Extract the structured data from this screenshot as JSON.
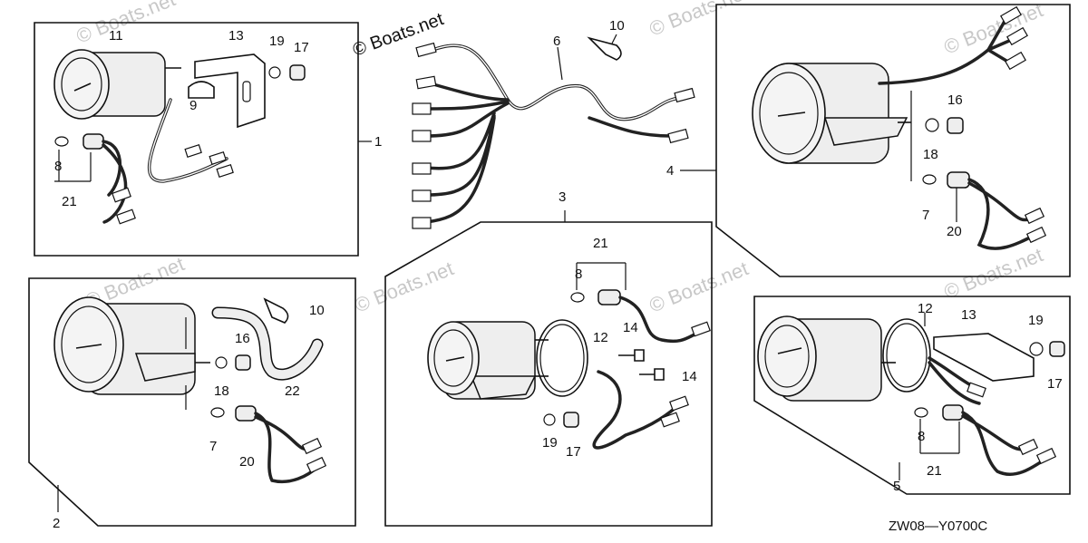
{
  "watermark": "© Boats.net",
  "copyright": "© Boats.net",
  "diagram_code": "ZW08—Y0700C",
  "callouts": {
    "c1": "1",
    "c2": "2",
    "c3": "3",
    "c4": "4",
    "c5": "5",
    "c6": "6",
    "c7a": "7",
    "c7b": "7",
    "c8a": "8",
    "c8b": "8",
    "c8c": "8",
    "c9": "9",
    "c10a": "10",
    "c10b": "10",
    "c11": "11",
    "c12a": "12",
    "c12b": "12",
    "c13a": "13",
    "c13b": "13",
    "c14a": "14",
    "c14b": "14",
    "c16a": "16",
    "c16b": "16",
    "c17a": "17",
    "c17b": "17",
    "c17c": "17",
    "c18a": "18",
    "c18b": "18",
    "c19a": "19",
    "c19b": "19",
    "c19c": "19",
    "c20a": "20",
    "c20b": "20",
    "c21a": "21",
    "c21b": "21",
    "c21c": "21",
    "c22": "22"
  }
}
